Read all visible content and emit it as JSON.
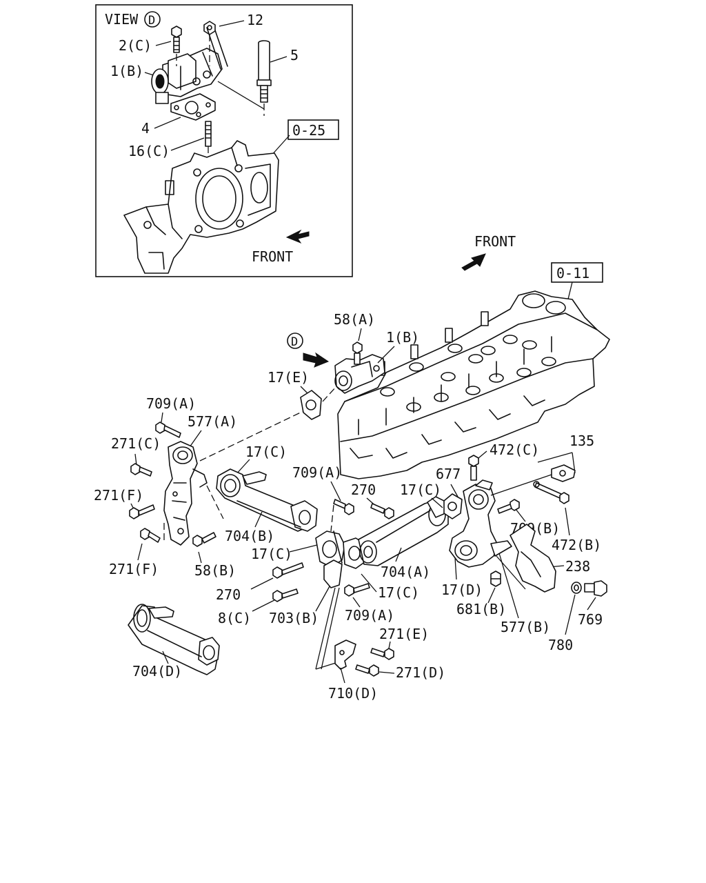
{
  "inset": {
    "view_label": "VIEW",
    "view_marker": "D",
    "ref_box": "0-25",
    "front_label": "FRONT",
    "callouts": {
      "c12": "12",
      "c2c": "2(C)",
      "c5": "5",
      "c1b": "1(B)",
      "c4": "4",
      "c16c": "16(C)"
    }
  },
  "main": {
    "front_label": "FRONT",
    "ref_box": "0-11",
    "view_marker": "D",
    "callouts": {
      "c58a": "58(A)",
      "c1b": "1(B)",
      "c17e": "17(E)",
      "c709a_top": "709(A)",
      "c577a": "577(A)",
      "c271c": "271(C)",
      "c17c_top": "17(C)",
      "c472c": "472(C)",
      "c135": "135",
      "c271f_top": "271(F)",
      "c709a_mid": "709(A)",
      "c270_top": "270",
      "c17c_mid": "17(C)",
      "c677": "677",
      "c709b": "709(B)",
      "c704b": "704(B)",
      "c472b": "472(B)",
      "c17c_left": "17(C)",
      "c271f_bot": "271(F)",
      "c58b": "58(B)",
      "c704a": "704(A)",
      "c238": "238",
      "c270_bot": "270",
      "c17c_bot": "17(C)",
      "c17d": "17(D)",
      "c8c": "8(C)",
      "c703b": "703(B)",
      "c709a_bot": "709(A)",
      "c681b": "681(B)",
      "c577b": "577(B)",
      "c769": "769",
      "c780": "780",
      "c271e": "271(E)",
      "c704d": "704(D)",
      "c271d": "271(D)",
      "c710d": "710(D)"
    }
  }
}
